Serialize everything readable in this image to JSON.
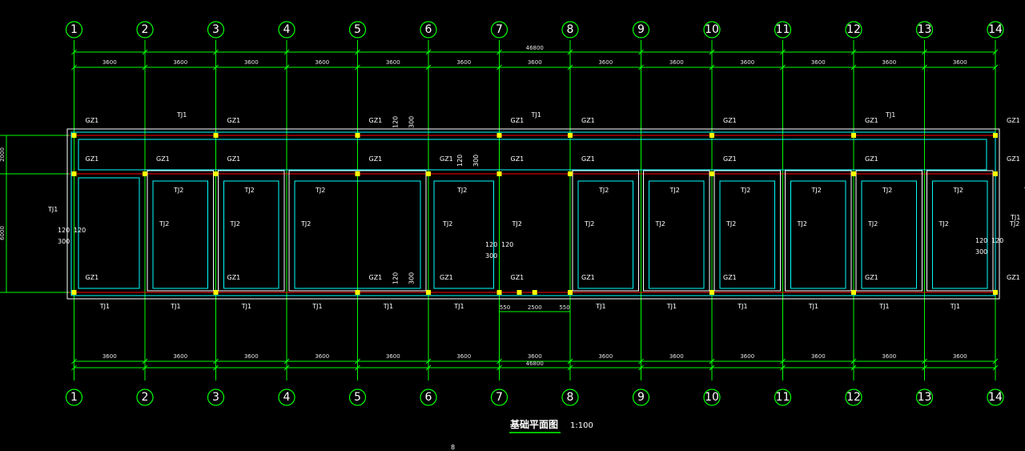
{
  "drawing": {
    "axis_labels": [
      "1",
      "2",
      "3",
      "4",
      "5",
      "6",
      "7",
      "8",
      "9",
      "10",
      "11",
      "12",
      "13",
      "14"
    ],
    "bay_dim": "3600",
    "total_dim": "46800",
    "left_dims": [
      "2000",
      "6000"
    ],
    "opening_dims": [
      "550",
      "2500",
      "550"
    ],
    "wall_dims": [
      "120",
      "120",
      "300"
    ],
    "labels": {
      "column": "GZ1",
      "beam_outer": "TJ1",
      "beam_inner": "TJ2"
    },
    "title": "基础平面图",
    "scale": "1:100",
    "note": "8"
  },
  "colors": {
    "background": "#000000",
    "grid_line": "#00ff00",
    "axis_red": "#ff0000",
    "wall_cyan": "#00ffff",
    "column_yellow": "#ffff00",
    "beam_white": "#ffffff",
    "dim_green": "#00ff00"
  }
}
